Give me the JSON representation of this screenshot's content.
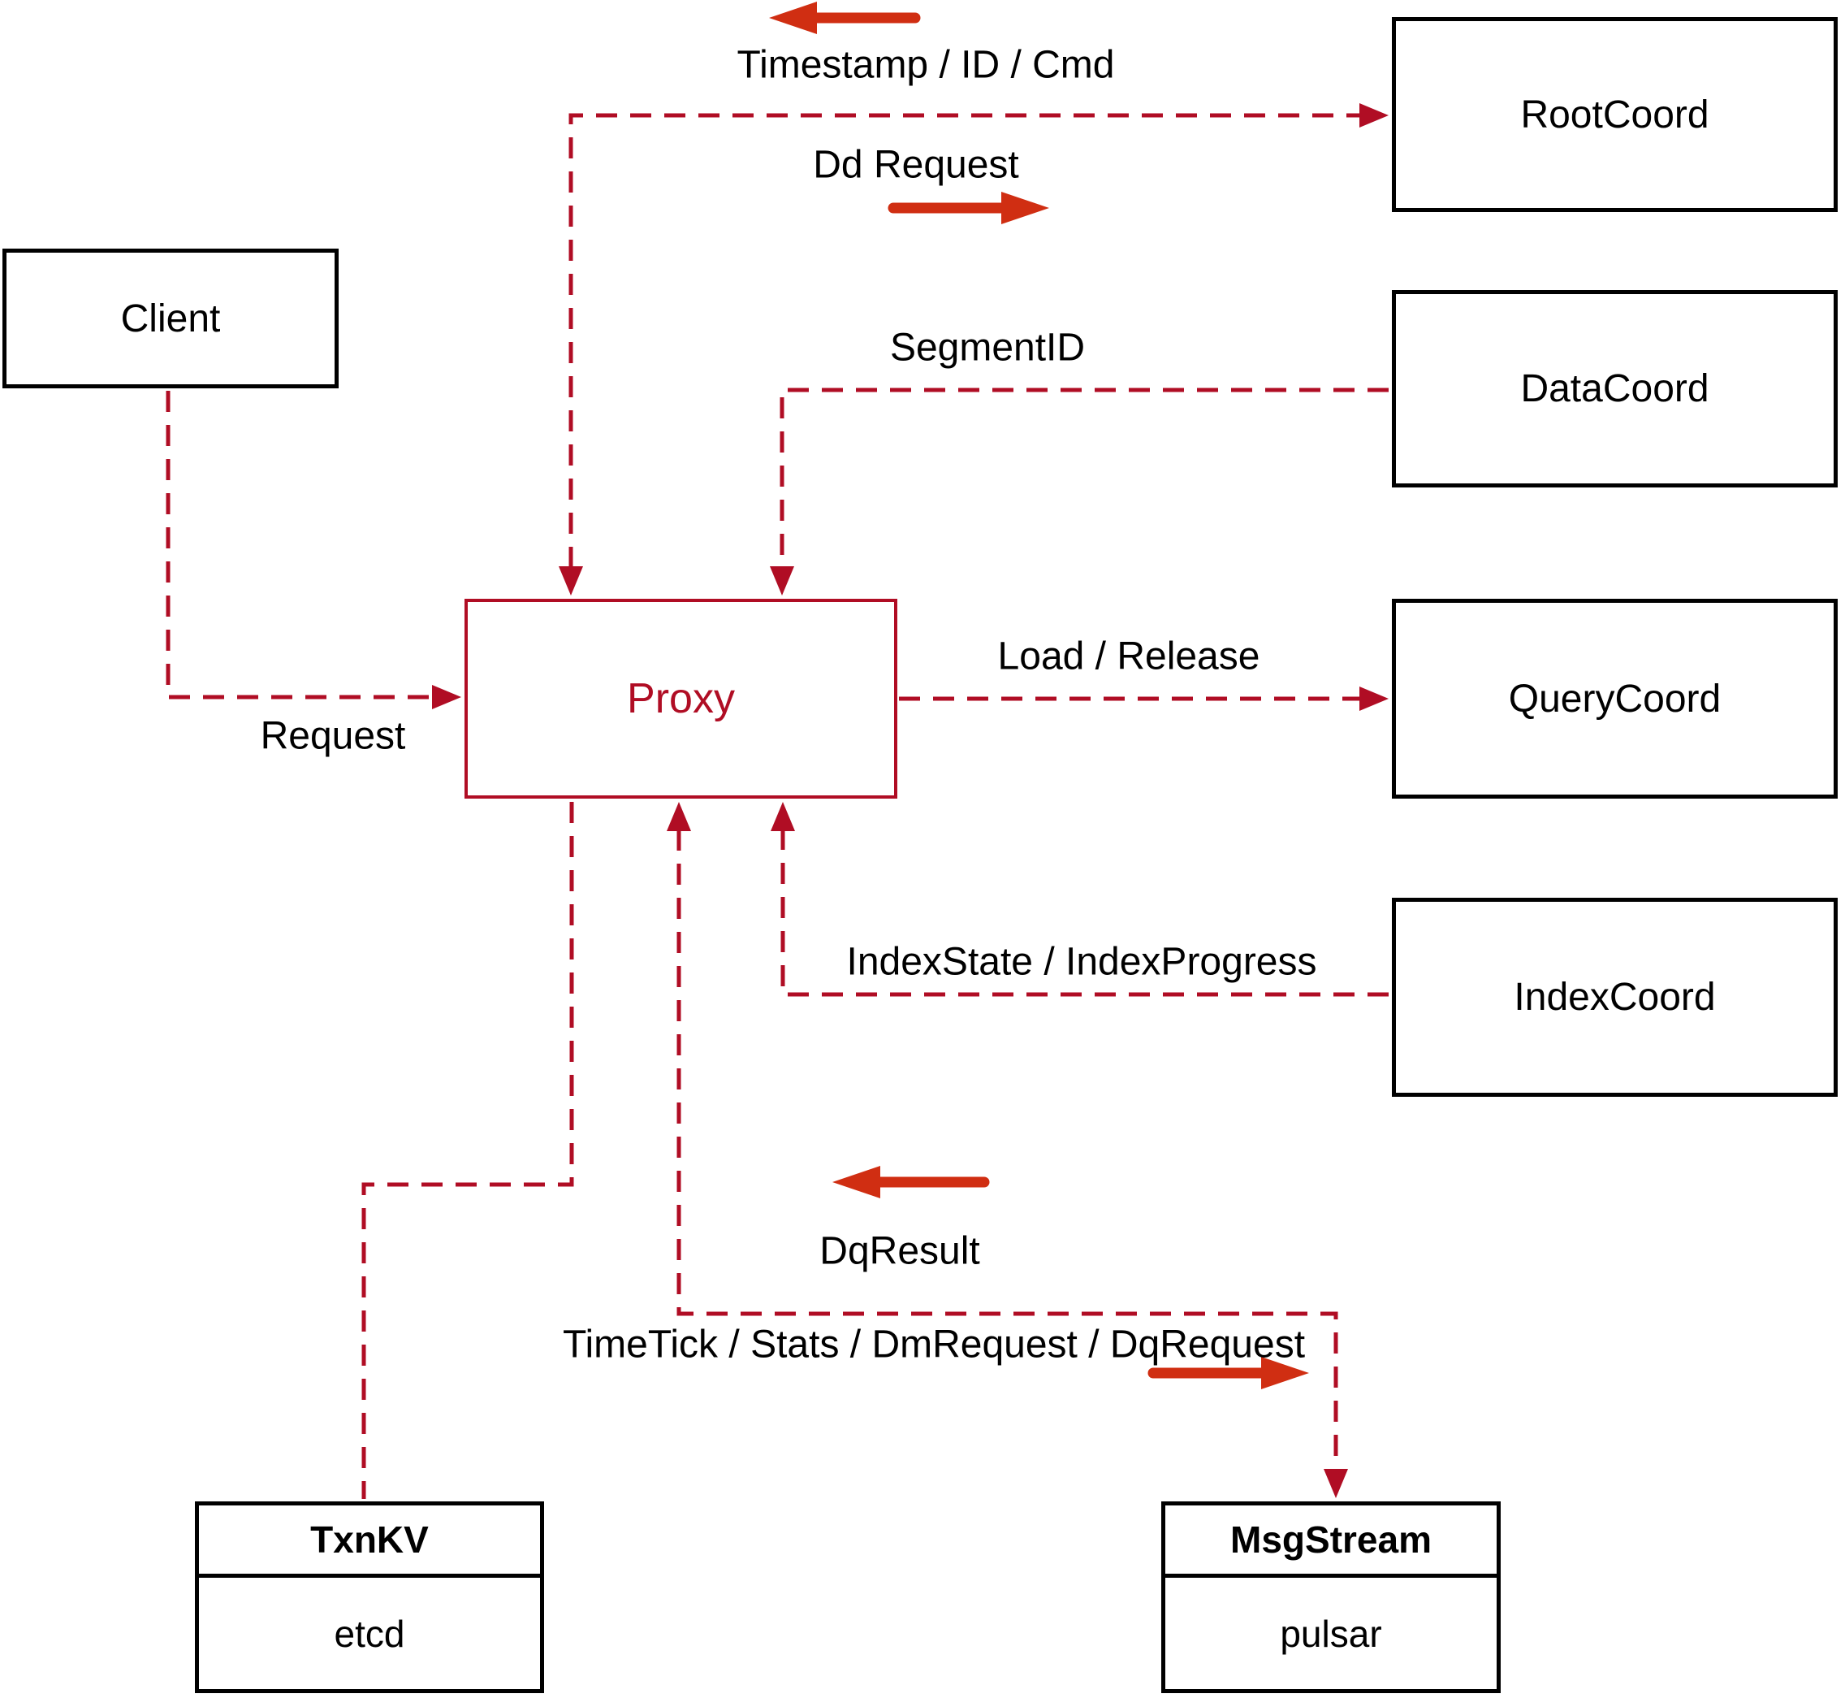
{
  "nodes": {
    "client": {
      "label": "Client"
    },
    "proxy": {
      "label": "Proxy"
    },
    "root_coord": {
      "label": "RootCoord"
    },
    "data_coord": {
      "label": "DataCoord"
    },
    "query_coord": {
      "label": "QueryCoord"
    },
    "index_coord": {
      "label": "IndexCoord"
    },
    "txn_kv": {
      "title": "TxnKV",
      "subtitle": "etcd"
    },
    "msg_stream": {
      "title": "MsgStream",
      "subtitle": "pulsar"
    }
  },
  "edge_labels": {
    "request": "Request",
    "timestamp_id_cmd": "Timestamp / ID / Cmd",
    "dd_request": "Dd Request",
    "segment_id": "SegmentID",
    "load_release": "Load / Release",
    "index_state_progress": "IndexState / IndexProgress",
    "dq_result": "DqResult",
    "time_tick_stats": "TimeTick / Stats / DmRequest / DqRequest"
  },
  "colors": {
    "dashed_line": "#b00d24",
    "solid_arrow": "#d02e12",
    "box_border": "#000000",
    "proxy_accent": "#b00d24",
    "text": "#000000",
    "background": "#ffffff"
  }
}
